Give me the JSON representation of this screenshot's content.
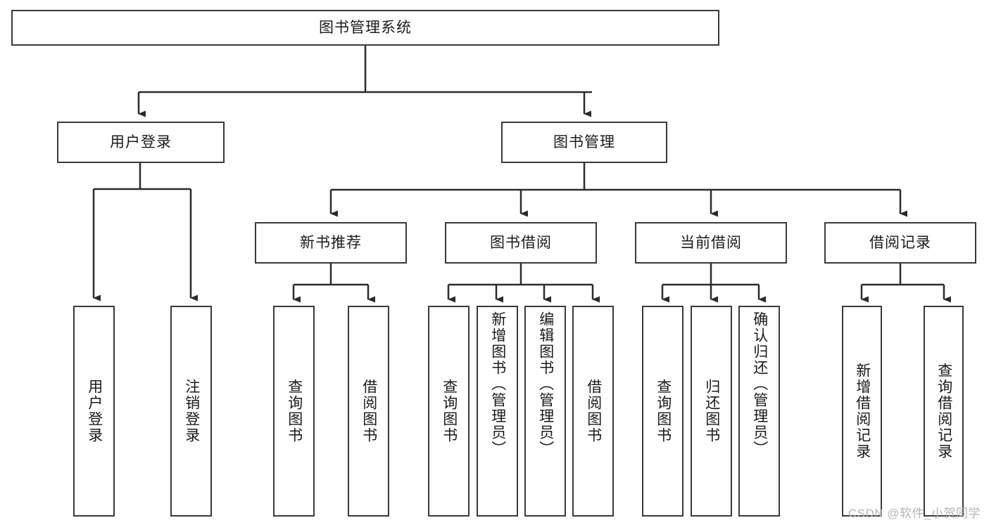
{
  "diagram": {
    "title": "图书管理系统",
    "type": "tree-hierarchy",
    "watermark": "CSDN @软件_小贺同学",
    "colors": {
      "background": "#ffffff",
      "box_border": "#3a3a3a",
      "connector": "#2b2b2b",
      "text": "#1a1a1a",
      "watermark": "#b6b6b6"
    },
    "nodes": {
      "root": {
        "label": "图书管理系统"
      },
      "level2": [
        {
          "label": "用户登录"
        },
        {
          "label": "图书管理"
        }
      ],
      "level3": [
        {
          "label": "新书推荐"
        },
        {
          "label": "图书借阅"
        },
        {
          "label": "当前借阅"
        },
        {
          "label": "借阅记录"
        }
      ],
      "leaves": {
        "user_login": [
          {
            "label": "用户登录"
          },
          {
            "label": "注销登录"
          }
        ],
        "new_book_recommend": [
          {
            "label": "查询图书"
          },
          {
            "label": "借阅图书"
          }
        ],
        "book_borrow": [
          {
            "label": "查询图书"
          },
          {
            "label": "新增图书（管理员）"
          },
          {
            "label": "编辑图书（管理员）"
          },
          {
            "label": "借阅图书"
          }
        ],
        "current_borrow": [
          {
            "label": "查询图书"
          },
          {
            "label": "归还图书"
          },
          {
            "label": "确认归还（管理员）"
          }
        ],
        "borrow_record": [
          {
            "label": "新增借阅记录"
          },
          {
            "label": "查询借阅记录"
          }
        ]
      }
    }
  }
}
